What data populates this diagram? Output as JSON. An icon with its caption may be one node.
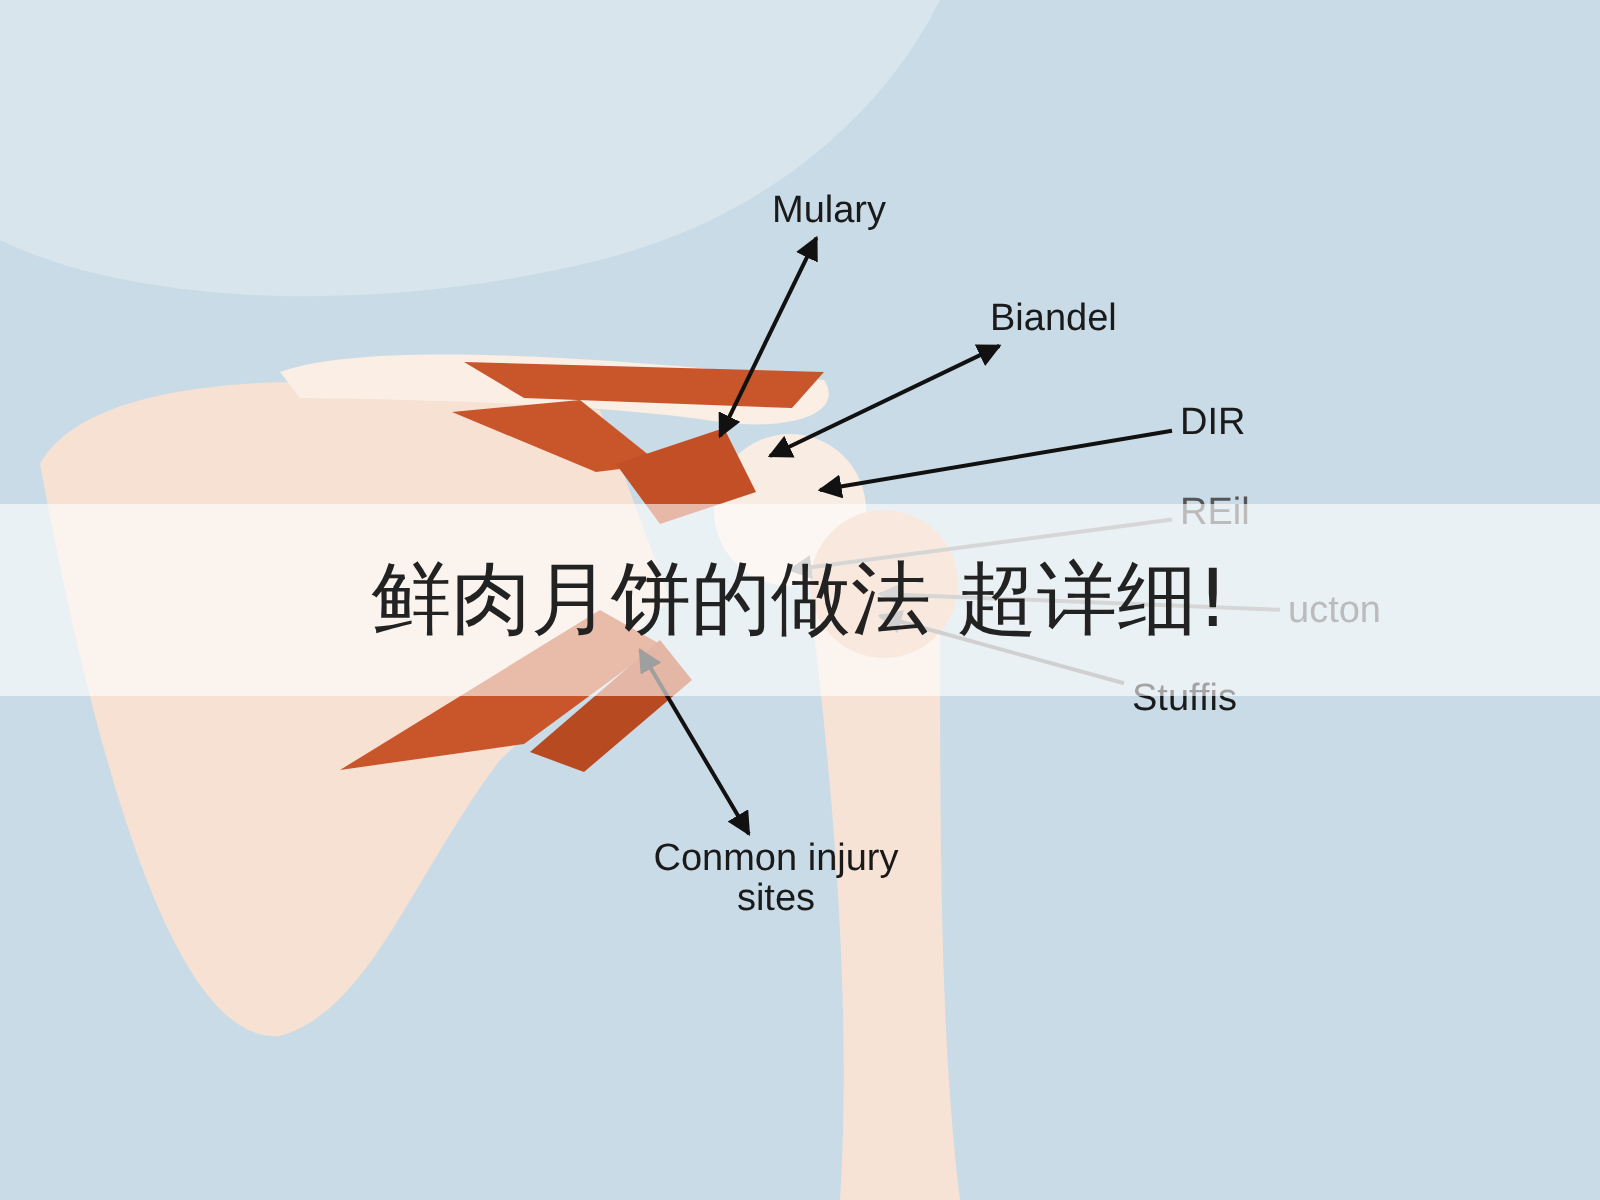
{
  "diagram": {
    "title": "鲜肉月饼的做法 超详细!",
    "nodes": [
      {
        "text": [
          "Mulary"
        ]
      },
      {
        "text": [
          "Biandel"
        ]
      },
      {
        "text": [
          "DIR"
        ]
      },
      {
        "text": [
          "REil"
        ]
      },
      {
        "text": [
          "ucton"
        ]
      },
      {
        "text": [
          "Stuffis"
        ]
      },
      {
        "text": [
          "Conmon injury sites"
        ]
      }
    ],
    "edges": [
      {
        "from": 0,
        "to": null,
        "arrow": "both"
      },
      {
        "from": 1,
        "to": null,
        "arrow": "both"
      },
      {
        "from": 2,
        "to": null,
        "arrow": "to"
      },
      {
        "from": 3,
        "to": null,
        "arrow": "to",
        "color": "#9a9a9a"
      },
      {
        "from": 4,
        "to": null,
        "arrow": "to",
        "color": "#9a9a9a"
      },
      {
        "from": 5,
        "to": null,
        "arrow": "to",
        "color": "#8a8a8a"
      },
      {
        "from": 6,
        "to": null,
        "arrow": "both"
      }
    ]
  }
}
